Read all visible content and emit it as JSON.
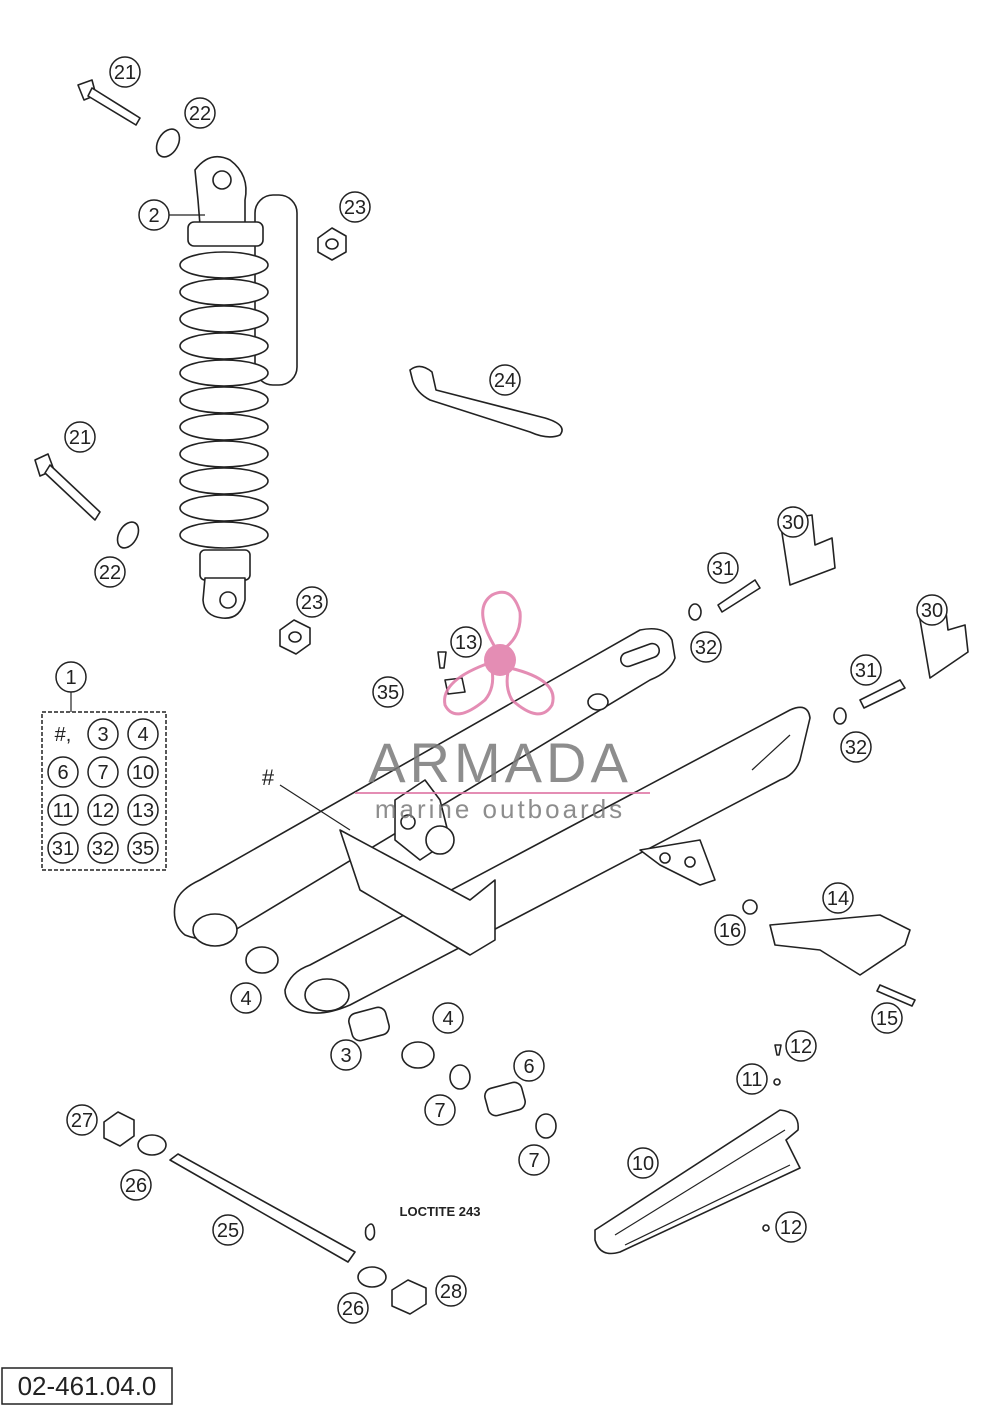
{
  "diagram": {
    "code": "02-461.04.0",
    "note": "LOCTITE 243",
    "hash_mark": "#",
    "kit": {
      "number": "1",
      "items": [
        "#,",
        "3",
        "4",
        "6",
        "7",
        "10",
        "11",
        "12",
        "13",
        "31",
        "32",
        "35"
      ]
    },
    "callouts": [
      "21",
      "22",
      "2",
      "23",
      "24",
      "21",
      "22",
      "23",
      "13",
      "35",
      "30",
      "31",
      "32",
      "30",
      "31",
      "32",
      "14",
      "16",
      "15",
      "4",
      "3",
      "4",
      "6",
      "7",
      "7",
      "12",
      "11",
      "10",
      "12",
      "27",
      "26",
      "25",
      "26",
      "28"
    ]
  },
  "watermark": {
    "brand": "ARMADA",
    "tagline": "marine outboards",
    "colors": {
      "brand_pink": "#e07aa8",
      "text_gray": "#7a7a7a"
    }
  }
}
